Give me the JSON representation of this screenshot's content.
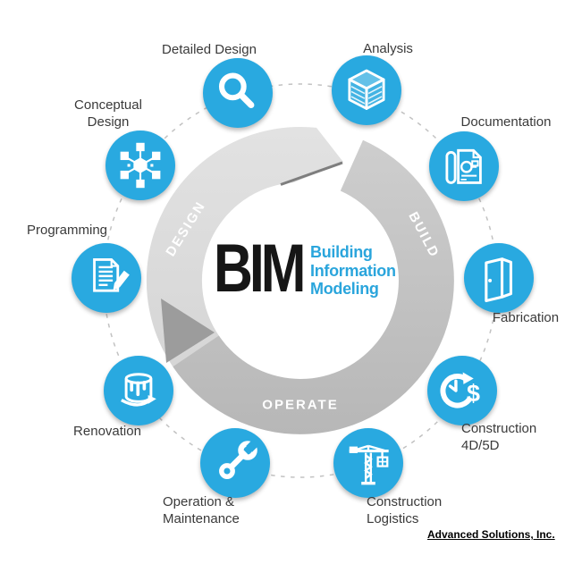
{
  "diagram": {
    "center": {
      "acronym": "BIM",
      "subtitle_lines": [
        "Building",
        "Information",
        "Modeling"
      ]
    },
    "ring_labels": {
      "design": "DESIGN",
      "build": "BUILD",
      "operate": "OPERATE"
    },
    "nodes": [
      {
        "id": "detailed-design",
        "label": "Detailed Design",
        "icon": "magnifier-icon"
      },
      {
        "id": "analysis",
        "label": "Analysis",
        "icon": "cube-3d-icon"
      },
      {
        "id": "documentation",
        "label": "Documentation",
        "icon": "blueprint-document-icon"
      },
      {
        "id": "fabrication",
        "label": "Fabrication",
        "icon": "open-door-icon"
      },
      {
        "id": "construction-4d5d",
        "label": "Construction\n4D/5D",
        "icon": "clock-dollar-icon",
        "glyph": "$"
      },
      {
        "id": "construction-logistics",
        "label": "Construction\nLogistics",
        "icon": "tower-crane-icon"
      },
      {
        "id": "operation-maintenance",
        "label": "Operation &\nMaintenance",
        "icon": "wrench-icon"
      },
      {
        "id": "renovation",
        "label": "Renovation",
        "icon": "paint-bucket-icon"
      },
      {
        "id": "programming",
        "label": "Programming",
        "icon": "document-pencil-icon"
      },
      {
        "id": "conceptual-design",
        "label": "Conceptual\nDesign",
        "icon": "network-nodes-icon"
      }
    ],
    "branding": "Advanced Solutions, Inc.",
    "colors": {
      "accent_blue": "#29a9e0",
      "subtitle_blue": "#2aa5dc",
      "ring_light": "#dedede",
      "ring_dark": "#c6c6c6",
      "arrow_dark": "#9c9c9c"
    }
  }
}
